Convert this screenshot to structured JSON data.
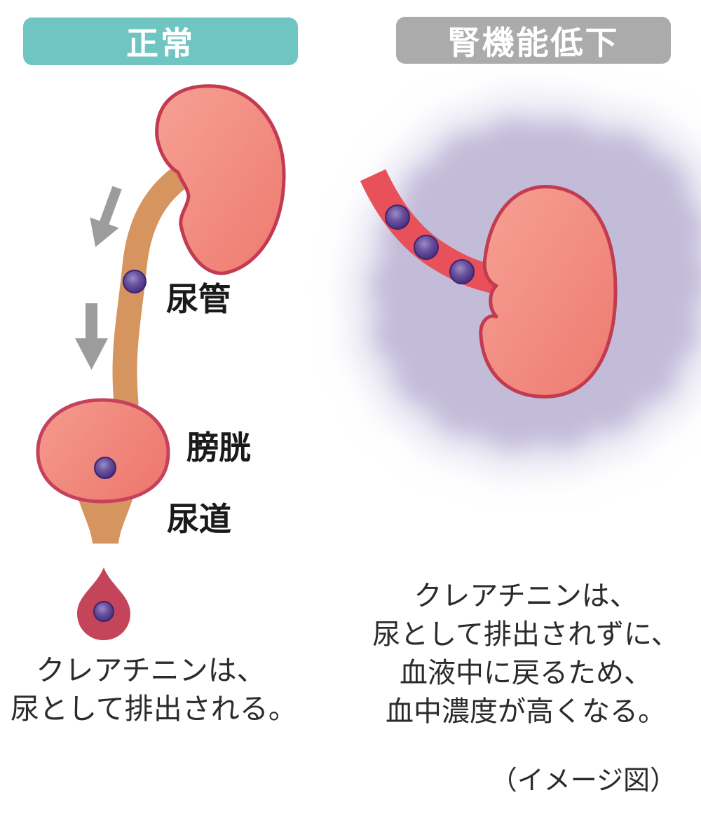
{
  "panels": {
    "left": {
      "header": "正常",
      "labels": {
        "ureter": "尿管",
        "bladder": "膀胱",
        "urethra": "尿道"
      },
      "caption_lines": [
        "クレアチニンは、",
        "尿として排出される。"
      ]
    },
    "right": {
      "header": "腎機能低下",
      "caption_lines": [
        "クレアチニンは、",
        "尿として排出されずに、",
        "血液中に戻るため、",
        "血中濃度が高くなる。"
      ]
    }
  },
  "footnote": "（イメージ図）",
  "colors": {
    "header_normal_bg": "#6ec5c1",
    "header_impaired_bg": "#ababab",
    "header_text": "#ffffff",
    "kidney_stroke": "#c33b51",
    "kidney_fill": "#f0837b",
    "ureter_tube": "#d6945f",
    "urethra_tube": "#d6945f",
    "bladder_fill": "#f0837b",
    "urine_drop": "#c4455a",
    "blood_vessel": "#e8505a",
    "creatinine_particle": "#44297a",
    "impairment_cloud": "#c2bcd9",
    "arrow": "#9c9c9c",
    "label_text": "#1a1a1a",
    "caption_text": "#2b2b2b"
  }
}
